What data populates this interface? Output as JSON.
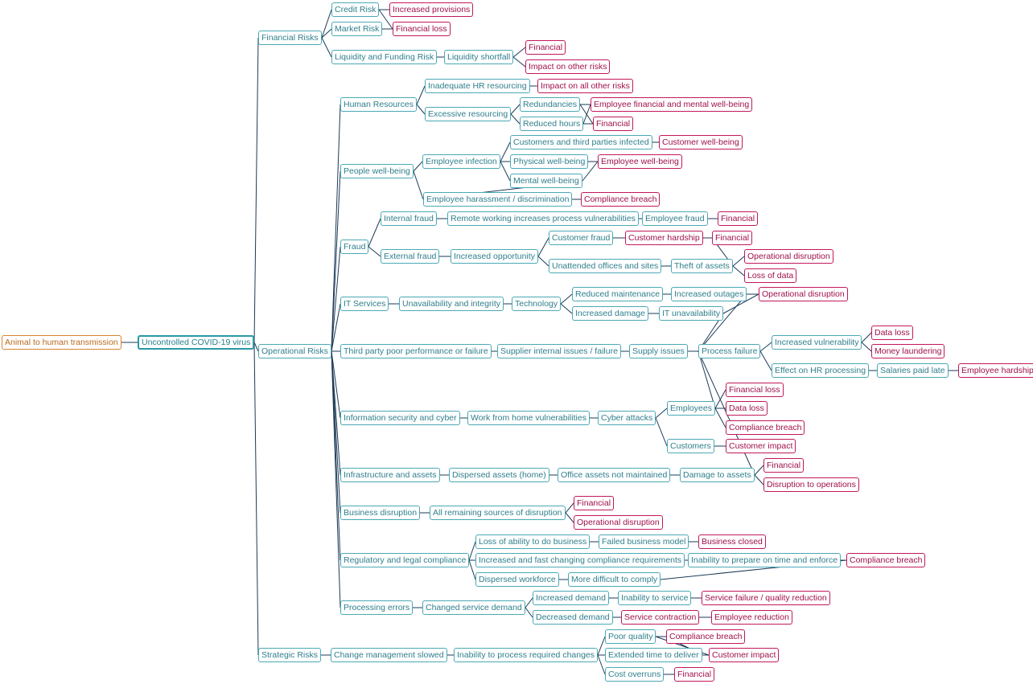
{
  "colors": {
    "root": "#d9832e",
    "cause": "#4aa9b6",
    "impact": "#c2185b",
    "edge": "#1c3a57"
  },
  "nodes": [
    {
      "id": "root",
      "label": "Animal to human transmission",
      "kind": "root"
    },
    {
      "id": "covid",
      "label": "Uncontrolled COVID-19 virus",
      "kind": "center"
    },
    {
      "id": "fin_risks",
      "label": "Financial Risks",
      "kind": "cause"
    },
    {
      "id": "credit",
      "label": "Credit Risk",
      "kind": "cause"
    },
    {
      "id": "market",
      "label": "Market Risk",
      "kind": "cause"
    },
    {
      "id": "liq",
      "label": "Liquidity and Funding Risk",
      "kind": "cause"
    },
    {
      "id": "inc_prov",
      "label": "Increased provisions",
      "kind": "impact"
    },
    {
      "id": "fin_loss1",
      "label": "Financial loss",
      "kind": "impact"
    },
    {
      "id": "liq_short",
      "label": "Liquidity shortfall",
      "kind": "cause"
    },
    {
      "id": "financial1",
      "label": "Financial",
      "kind": "impact"
    },
    {
      "id": "impact_other",
      "label": "Impact on other risks",
      "kind": "impact"
    },
    {
      "id": "op_risks",
      "label": "Operational Risks",
      "kind": "cause"
    },
    {
      "id": "hr",
      "label": "Human Resources",
      "kind": "cause"
    },
    {
      "id": "inadeq_hr",
      "label": "Inadequate HR resourcing",
      "kind": "cause"
    },
    {
      "id": "impact_all",
      "label": "Impact on all other risks",
      "kind": "impact"
    },
    {
      "id": "excess_res",
      "label": "Excessive resourcing",
      "kind": "cause"
    },
    {
      "id": "redund",
      "label": "Redundancies",
      "kind": "cause"
    },
    {
      "id": "reduced_hours",
      "label": "Reduced hours",
      "kind": "cause"
    },
    {
      "id": "emp_fin_mental",
      "label": "Employee financial and mental well-being",
      "kind": "impact"
    },
    {
      "id": "financial2",
      "label": "Financial",
      "kind": "impact"
    },
    {
      "id": "people_wb",
      "label": "People well-being",
      "kind": "cause"
    },
    {
      "id": "emp_inf",
      "label": "Employee infection",
      "kind": "cause"
    },
    {
      "id": "cust_tp_inf",
      "label": "Customers and third parties infected",
      "kind": "cause"
    },
    {
      "id": "cust_wb",
      "label": "Customer well-being",
      "kind": "impact"
    },
    {
      "id": "phys_wb",
      "label": "Physical well-being",
      "kind": "cause"
    },
    {
      "id": "emp_wb",
      "label": "Employee well-being",
      "kind": "impact"
    },
    {
      "id": "mental_wb",
      "label": "Mental well-being",
      "kind": "cause"
    },
    {
      "id": "emp_harass",
      "label": "Employee harassment / discrimination",
      "kind": "cause"
    },
    {
      "id": "comp_breach1",
      "label": "Compliance breach",
      "kind": "impact"
    },
    {
      "id": "fraud",
      "label": "Fraud",
      "kind": "cause"
    },
    {
      "id": "int_fraud",
      "label": "Internal fraud",
      "kind": "cause"
    },
    {
      "id": "remote_vuln",
      "label": "Remote working increases process vulnerabilities",
      "kind": "cause"
    },
    {
      "id": "emp_fraud",
      "label": "Employee fraud",
      "kind": "cause"
    },
    {
      "id": "financial3",
      "label": "Financial",
      "kind": "impact"
    },
    {
      "id": "ext_fraud",
      "label": "External fraud",
      "kind": "cause"
    },
    {
      "id": "inc_opp",
      "label": "Increased opportunity",
      "kind": "cause"
    },
    {
      "id": "cust_fraud",
      "label": "Customer fraud",
      "kind": "cause"
    },
    {
      "id": "cust_hardship",
      "label": "Customer hardship",
      "kind": "impact"
    },
    {
      "id": "financial4",
      "label": "Financial",
      "kind": "impact"
    },
    {
      "id": "unatt_off",
      "label": "Unattended offices and sites",
      "kind": "cause"
    },
    {
      "id": "theft",
      "label": "Theft of assets",
      "kind": "cause"
    },
    {
      "id": "op_disr1",
      "label": "Operational disruption",
      "kind": "impact"
    },
    {
      "id": "loss_data",
      "label": "Loss of data",
      "kind": "impact"
    },
    {
      "id": "it_serv",
      "label": "IT Services",
      "kind": "cause"
    },
    {
      "id": "unavail",
      "label": "Unavailability and integrity",
      "kind": "cause"
    },
    {
      "id": "technology",
      "label": "Technology",
      "kind": "cause"
    },
    {
      "id": "red_maint",
      "label": "Reduced maintenance",
      "kind": "cause"
    },
    {
      "id": "inc_outages",
      "label": "Increased outages",
      "kind": "cause"
    },
    {
      "id": "op_disr2",
      "label": "Operational disruption",
      "kind": "impact"
    },
    {
      "id": "inc_damage",
      "label": "Increased damage",
      "kind": "cause"
    },
    {
      "id": "it_unavail",
      "label": "IT unavailability",
      "kind": "cause"
    },
    {
      "id": "third_party",
      "label": "Third party poor performance or failure",
      "kind": "cause"
    },
    {
      "id": "supp_internal",
      "label": "Supplier internal issues / failure",
      "kind": "cause"
    },
    {
      "id": "supply_issues",
      "label": "Supply issues",
      "kind": "cause"
    },
    {
      "id": "proc_fail",
      "label": "Process failure",
      "kind": "cause"
    },
    {
      "id": "inc_vuln",
      "label": "Increased vulnerability",
      "kind": "cause"
    },
    {
      "id": "data_loss1",
      "label": "Data loss",
      "kind": "impact"
    },
    {
      "id": "money_laund",
      "label": "Money laundering",
      "kind": "impact"
    },
    {
      "id": "eff_hr",
      "label": "Effect on HR processing",
      "kind": "cause"
    },
    {
      "id": "salaries_late",
      "label": "Salaries paid late",
      "kind": "cause"
    },
    {
      "id": "emp_hardship",
      "label": "Employee hardship",
      "kind": "impact"
    },
    {
      "id": "infosec",
      "label": "Information security and cyber",
      "kind": "cause"
    },
    {
      "id": "wfh_vuln",
      "label": "Work from home vulnerabilities",
      "kind": "cause"
    },
    {
      "id": "cyber",
      "label": "Cyber attacks",
      "kind": "cause"
    },
    {
      "id": "employees",
      "label": "Employees",
      "kind": "cause"
    },
    {
      "id": "customers",
      "label": "Customers",
      "kind": "cause"
    },
    {
      "id": "fin_loss2",
      "label": "Financial loss",
      "kind": "impact"
    },
    {
      "id": "data_loss2",
      "label": "Data loss",
      "kind": "impact"
    },
    {
      "id": "comp_breach2",
      "label": "Compliance breach",
      "kind": "impact"
    },
    {
      "id": "cust_impact1",
      "label": "Customer impact",
      "kind": "impact"
    },
    {
      "id": "infra",
      "label": "Infrastructure and assets",
      "kind": "cause"
    },
    {
      "id": "disp_assets",
      "label": "Dispersed assets (home)",
      "kind": "cause"
    },
    {
      "id": "office_assets",
      "label": "Office assets not maintained",
      "kind": "cause"
    },
    {
      "id": "damage_assets",
      "label": "Damage to assets",
      "kind": "cause"
    },
    {
      "id": "financial5",
      "label": "Financial",
      "kind": "impact"
    },
    {
      "id": "disr_ops",
      "label": "Disruption to operations",
      "kind": "impact"
    },
    {
      "id": "bus_disr",
      "label": "Business disruption",
      "kind": "cause"
    },
    {
      "id": "all_remaining",
      "label": "All remaining sources of disruption",
      "kind": "cause"
    },
    {
      "id": "financial6",
      "label": "Financial",
      "kind": "impact"
    },
    {
      "id": "op_disr3",
      "label": "Operational disruption",
      "kind": "impact"
    },
    {
      "id": "reg_legal",
      "label": "Regulatory and legal compliance",
      "kind": "cause"
    },
    {
      "id": "loss_ability",
      "label": "Loss of ability to do business",
      "kind": "cause"
    },
    {
      "id": "failed_model",
      "label": "Failed business model",
      "kind": "cause"
    },
    {
      "id": "bus_closed",
      "label": "Business closed",
      "kind": "impact"
    },
    {
      "id": "inc_fast",
      "label": "Increased and fast changing compliance requirements",
      "kind": "cause"
    },
    {
      "id": "inability_prep",
      "label": "Inability to prepare on time and enforce",
      "kind": "cause"
    },
    {
      "id": "comp_breach3",
      "label": "Compliance breach",
      "kind": "impact"
    },
    {
      "id": "disp_workforce",
      "label": "Dispersed workforce",
      "kind": "cause"
    },
    {
      "id": "more_difficult",
      "label": "More difficult to comply",
      "kind": "cause"
    },
    {
      "id": "proc_errors",
      "label": "Processing errors",
      "kind": "cause"
    },
    {
      "id": "changed_demand",
      "label": "Changed service demand",
      "kind": "cause"
    },
    {
      "id": "inc_demand",
      "label": "Increased demand",
      "kind": "cause"
    },
    {
      "id": "inability_serv",
      "label": "Inability to service",
      "kind": "cause"
    },
    {
      "id": "serv_fail",
      "label": "Service failure / quality reduction",
      "kind": "impact"
    },
    {
      "id": "dec_demand",
      "label": "Decreased demand",
      "kind": "cause"
    },
    {
      "id": "serv_contr",
      "label": "Service contraction",
      "kind": "impact"
    },
    {
      "id": "emp_reduction",
      "label": "Employee reduction",
      "kind": "impact"
    },
    {
      "id": "strat_risks",
      "label": "Strategic Risks",
      "kind": "cause"
    },
    {
      "id": "change_mgmt",
      "label": "Change management slowed",
      "kind": "cause"
    },
    {
      "id": "inability_proc",
      "label": "Inability to process required changes",
      "kind": "cause"
    },
    {
      "id": "poor_quality",
      "label": "Poor quality",
      "kind": "cause"
    },
    {
      "id": "comp_breach4",
      "label": "Compliance breach",
      "kind": "impact"
    },
    {
      "id": "ext_time",
      "label": "Extended time to deliver",
      "kind": "cause"
    },
    {
      "id": "cust_impact2",
      "label": "Customer impact",
      "kind": "impact"
    },
    {
      "id": "cost_overruns",
      "label": "Cost overruns",
      "kind": "cause"
    },
    {
      "id": "financial7",
      "label": "Financial",
      "kind": "impact"
    }
  ],
  "edges": [
    [
      "root",
      "covid"
    ],
    [
      "covid",
      "fin_risks"
    ],
    [
      "covid",
      "op_risks"
    ],
    [
      "covid",
      "strat_risks"
    ],
    [
      "fin_risks",
      "credit"
    ],
    [
      "fin_risks",
      "market"
    ],
    [
      "fin_risks",
      "liq"
    ],
    [
      "credit",
      "inc_prov"
    ],
    [
      "credit",
      "fin_loss1"
    ],
    [
      "market",
      "fin_loss1"
    ],
    [
      "liq",
      "liq_short"
    ],
    [
      "liq_short",
      "financial1"
    ],
    [
      "liq_short",
      "impact_other"
    ],
    [
      "op_risks",
      "hr"
    ],
    [
      "op_risks",
      "people_wb"
    ],
    [
      "op_risks",
      "fraud"
    ],
    [
      "op_risks",
      "it_serv"
    ],
    [
      "op_risks",
      "third_party"
    ],
    [
      "op_risks",
      "infosec"
    ],
    [
      "op_risks",
      "infra"
    ],
    [
      "op_risks",
      "bus_disr"
    ],
    [
      "op_risks",
      "reg_legal"
    ],
    [
      "op_risks",
      "proc_errors"
    ],
    [
      "hr",
      "inadeq_hr"
    ],
    [
      "hr",
      "excess_res"
    ],
    [
      "inadeq_hr",
      "impact_all"
    ],
    [
      "excess_res",
      "redund"
    ],
    [
      "excess_res",
      "reduced_hours"
    ],
    [
      "redund",
      "emp_fin_mental"
    ],
    [
      "redund",
      "financial2"
    ],
    [
      "reduced_hours",
      "emp_fin_mental"
    ],
    [
      "reduced_hours",
      "financial2"
    ],
    [
      "people_wb",
      "emp_inf"
    ],
    [
      "people_wb",
      "emp_harass"
    ],
    [
      "emp_inf",
      "cust_tp_inf"
    ],
    [
      "emp_inf",
      "phys_wb"
    ],
    [
      "emp_inf",
      "mental_wb"
    ],
    [
      "cust_tp_inf",
      "cust_wb"
    ],
    [
      "phys_wb",
      "emp_wb"
    ],
    [
      "mental_wb",
      "emp_wb"
    ],
    [
      "mental_wb",
      "emp_harass"
    ],
    [
      "emp_harass",
      "comp_breach1"
    ],
    [
      "fraud",
      "int_fraud"
    ],
    [
      "fraud",
      "ext_fraud"
    ],
    [
      "int_fraud",
      "remote_vuln"
    ],
    [
      "remote_vuln",
      "emp_fraud"
    ],
    [
      "emp_fraud",
      "financial3"
    ],
    [
      "ext_fraud",
      "inc_opp"
    ],
    [
      "inc_opp",
      "cust_fraud"
    ],
    [
      "inc_opp",
      "unatt_off"
    ],
    [
      "cust_fraud",
      "cust_hardship"
    ],
    [
      "cust_hardship",
      "financial4"
    ],
    [
      "theft",
      "financial4"
    ],
    [
      "unatt_off",
      "theft"
    ],
    [
      "theft",
      "op_disr1"
    ],
    [
      "theft",
      "loss_data"
    ],
    [
      "it_serv",
      "unavail"
    ],
    [
      "unavail",
      "technology"
    ],
    [
      "technology",
      "red_maint"
    ],
    [
      "technology",
      "inc_damage"
    ],
    [
      "red_maint",
      "inc_outages"
    ],
    [
      "inc_damage",
      "it_unavail"
    ],
    [
      "inc_outages",
      "op_disr2"
    ],
    [
      "it_unavail",
      "op_disr2"
    ],
    [
      "inc_outages",
      "proc_fail"
    ],
    [
      "it_unavail",
      "proc_fail"
    ],
    [
      "third_party",
      "supp_internal"
    ],
    [
      "supp_internal",
      "supply_issues"
    ],
    [
      "supply_issues",
      "proc_fail"
    ],
    [
      "proc_fail",
      "inc_vuln"
    ],
    [
      "proc_fail",
      "eff_hr"
    ],
    [
      "inc_vuln",
      "data_loss1"
    ],
    [
      "inc_vuln",
      "money_laund"
    ],
    [
      "eff_hr",
      "salaries_late"
    ],
    [
      "salaries_late",
      "emp_hardship"
    ],
    [
      "infosec",
      "wfh_vuln"
    ],
    [
      "wfh_vuln",
      "cyber"
    ],
    [
      "cyber",
      "employees"
    ],
    [
      "cyber",
      "customers"
    ],
    [
      "employees",
      "fin_loss2"
    ],
    [
      "employees",
      "data_loss2"
    ],
    [
      "employees",
      "comp_breach2"
    ],
    [
      "employees",
      "proc_fail"
    ],
    [
      "customers",
      "cust_impact1"
    ],
    [
      "infra",
      "disp_assets"
    ],
    [
      "disp_assets",
      "office_assets"
    ],
    [
      "office_assets",
      "damage_assets"
    ],
    [
      "damage_assets",
      "financial5"
    ],
    [
      "damage_assets",
      "disr_ops"
    ],
    [
      "damage_assets",
      "proc_fail"
    ],
    [
      "bus_disr",
      "all_remaining"
    ],
    [
      "all_remaining",
      "financial6"
    ],
    [
      "all_remaining",
      "op_disr3"
    ],
    [
      "reg_legal",
      "loss_ability"
    ],
    [
      "reg_legal",
      "inc_fast"
    ],
    [
      "reg_legal",
      "disp_workforce"
    ],
    [
      "loss_ability",
      "failed_model"
    ],
    [
      "failed_model",
      "bus_closed"
    ],
    [
      "inc_fast",
      "inability_prep"
    ],
    [
      "inability_prep",
      "comp_breach3"
    ],
    [
      "disp_workforce",
      "more_difficult"
    ],
    [
      "more_difficult",
      "comp_breach3"
    ],
    [
      "proc_errors",
      "changed_demand"
    ],
    [
      "changed_demand",
      "inc_demand"
    ],
    [
      "changed_demand",
      "dec_demand"
    ],
    [
      "inc_demand",
      "inability_serv"
    ],
    [
      "inability_serv",
      "serv_fail"
    ],
    [
      "dec_demand",
      "serv_contr"
    ],
    [
      "serv_contr",
      "emp_reduction"
    ],
    [
      "strat_risks",
      "change_mgmt"
    ],
    [
      "change_mgmt",
      "inability_proc"
    ],
    [
      "inability_proc",
      "poor_quality"
    ],
    [
      "inability_proc",
      "ext_time"
    ],
    [
      "inability_proc",
      "cost_overruns"
    ],
    [
      "poor_quality",
      "comp_breach4"
    ],
    [
      "poor_quality",
      "cust_impact2"
    ],
    [
      "ext_time",
      "comp_breach4"
    ],
    [
      "ext_time",
      "cust_impact2"
    ],
    [
      "cost_overruns",
      "financial7"
    ]
  ]
}
